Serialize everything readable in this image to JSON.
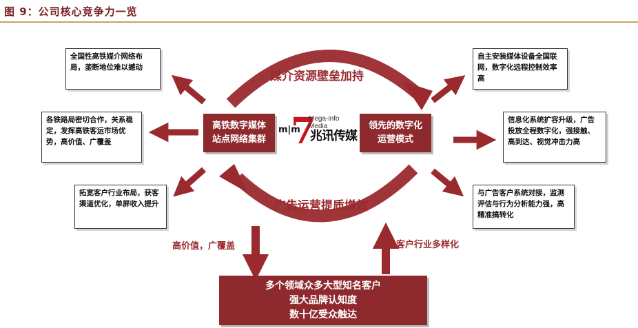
{
  "figure": {
    "title": "图 9：公司核心竞争力一览"
  },
  "center": {
    "left_label": "高铁数字媒体站点网络集群",
    "right_label": "领先的数字化运营模式",
    "top_arc_label": "媒介资源壁垒加持",
    "bottom_arc_label": "广告运营提质增效"
  },
  "logo": {
    "mark": "m|m",
    "english": "Mega-info Media",
    "chinese": "兆讯传媒"
  },
  "left_boxes": [
    {
      "text": "全国性高铁媒介网络布局，垄断地位难以撼动"
    },
    {
      "text": "各铁路局密切合作，关系稳定，发挥高铁客运市场优势，高价值、广覆盖"
    },
    {
      "text": "拓宽客户行业布局，获客渠道优化，单屏收入提升"
    }
  ],
  "right_boxes": [
    {
      "text": "自主安装媒体设备全国联网，数字化远程控制效率高"
    },
    {
      "text": "信息化系统扩容升级，广告投放全程数字化，强接触、高到达、视觉冲击力高"
    },
    {
      "text": "与广告客户系统对接，监测评估与行为分析能力强，高精准搞转化"
    }
  ],
  "flow": {
    "down_label": "高价值，广覆盖",
    "up_label": "客户行业多样化"
  },
  "bottom": {
    "lines": [
      "多个领域众多大型知名客户",
      "强大品牌认知度",
      "数十亿受众触达"
    ]
  },
  "colors": {
    "dark_red": "#8e2a2e",
    "arrow_red": "#9a2a2e",
    "logo_red": "#c4161c",
    "rule": "#c8a45a"
  }
}
